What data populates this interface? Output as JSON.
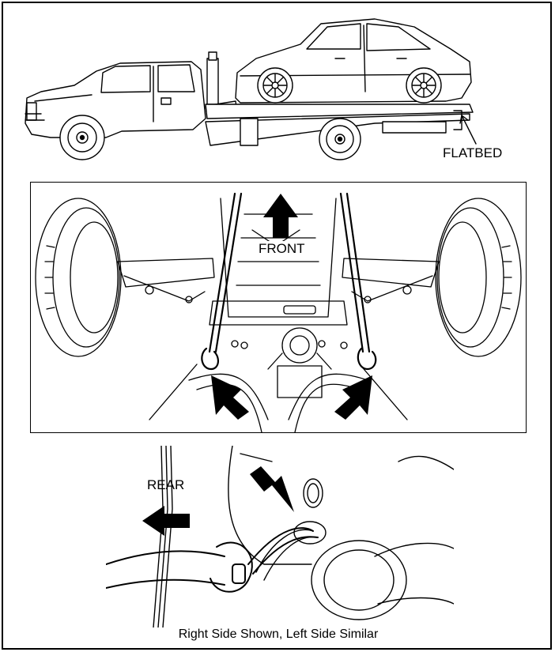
{
  "labels": {
    "flatbed": "FLATBED",
    "front": "FRONT",
    "rear": "REAR",
    "caption": "Right Side Shown, Left Side Similar"
  }
}
